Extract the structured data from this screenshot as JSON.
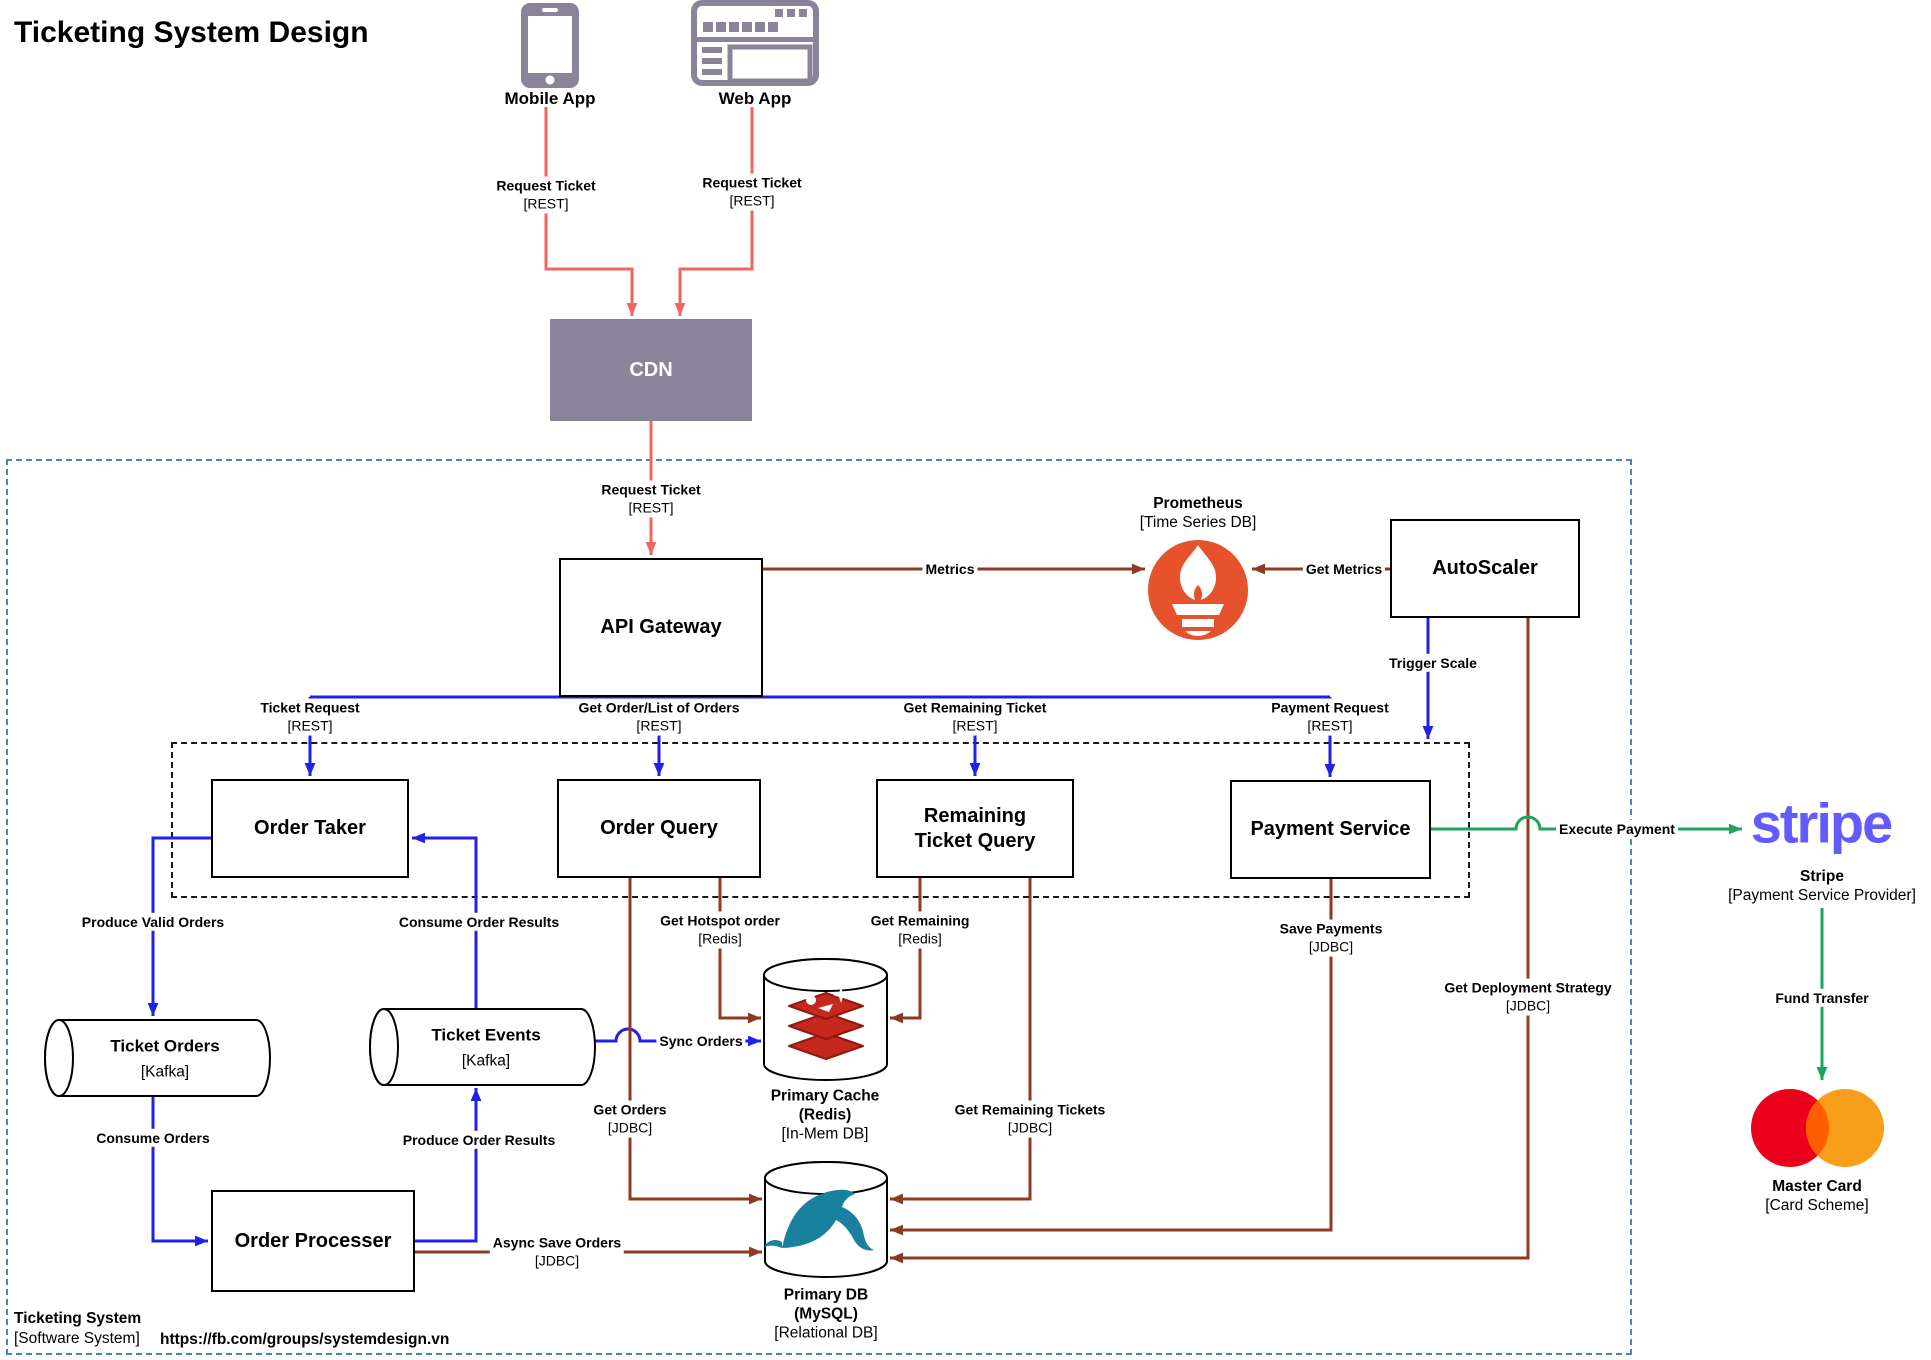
{
  "title": "Ticketing System Design",
  "colors": {
    "client_gray": "#8A8399",
    "edge_red": "#F4655F",
    "edge_blue": "#2020E6",
    "edge_brown": "#8C3B22",
    "edge_green": "#1CA45C",
    "prometheus_orange": "#E6522C",
    "redis_red": "#C5281C",
    "mysql_teal": "#19809E",
    "stripe_purple": "#635BFF",
    "mastercard_red": "#EB001B",
    "mastercard_orange": "#F79E1B",
    "mastercard_overlap": "#FF5F00",
    "boundary_blue": "#4E81BD"
  },
  "external": {
    "mobile_app": {
      "label": "Mobile App"
    },
    "web_app": {
      "label": "Web App"
    },
    "stripe": {
      "logo_text": "stripe",
      "name": "Stripe",
      "type": "[Payment Service Provider]"
    },
    "mastercard": {
      "name": "Master Card",
      "type": "[Card Scheme]"
    }
  },
  "boundary": {
    "name": "Ticketing System",
    "type": "[Software System]",
    "url": "https://fb.com/groups/systemdesign.vn"
  },
  "nodes": {
    "cdn": {
      "label": "CDN"
    },
    "api_gateway": {
      "label": "API Gateway"
    },
    "prometheus": {
      "name": "Prometheus",
      "type": "[Time Series DB]"
    },
    "autoscaler": {
      "label": "AutoScaler"
    },
    "order_taker": {
      "label": "Order Taker"
    },
    "order_query": {
      "label": "Order Query"
    },
    "remaining_ticket_query": {
      "label": "Remaining Ticket Query"
    },
    "payment_service": {
      "label": "Payment Service"
    },
    "ticket_orders": {
      "name": "Ticket Orders",
      "type": "[Kafka]"
    },
    "ticket_events": {
      "name": "Ticket Events",
      "type": "[Kafka]"
    },
    "order_processer": {
      "label": "Order Processer"
    },
    "primary_cache": {
      "name": "Primary Cache",
      "tech": "(Redis)",
      "type": "[In-Mem DB]"
    },
    "primary_db": {
      "name": "Primary DB",
      "tech": "(MySQL)",
      "type": "[Relational DB]"
    }
  },
  "edges": {
    "mobile_request": {
      "label": "Request Ticket",
      "protocol": "[REST]"
    },
    "web_request": {
      "label": "Request Ticket",
      "protocol": "[REST]"
    },
    "cdn_request": {
      "label": "Request Ticket",
      "protocol": "[REST]"
    },
    "metrics": {
      "label": "Metrics"
    },
    "get_metrics": {
      "label": "Get Metrics"
    },
    "trigger_scale": {
      "label": "Trigger Scale"
    },
    "ticket_request": {
      "label": "Ticket Request",
      "protocol": "[REST]"
    },
    "get_order": {
      "label": "Get Order/List of Orders",
      "protocol": "[REST]"
    },
    "get_remaining_ticket": {
      "label": "Get Remaining Ticket",
      "protocol": "[REST]"
    },
    "payment_request": {
      "label": "Payment Request",
      "protocol": "[REST]"
    },
    "produce_valid_orders": {
      "label": "Produce Valid Orders"
    },
    "consume_order_results": {
      "label": "Consume Order Results"
    },
    "consume_orders": {
      "label": "Consume Orders"
    },
    "produce_order_results": {
      "label": "Produce Order Results"
    },
    "sync_orders": {
      "label": "Sync Orders"
    },
    "get_hotspot_order": {
      "label": "Get Hotspot order",
      "protocol": "[Redis]"
    },
    "get_remaining": {
      "label": "Get Remaining",
      "protocol": "[Redis]"
    },
    "get_orders": {
      "label": "Get Orders",
      "protocol": "[JDBC]"
    },
    "get_remaining_tickets": {
      "label": "Get Remaining Tickets",
      "protocol": "[JDBC]"
    },
    "save_payments": {
      "label": "Save Payments",
      "protocol": "[JDBC]"
    },
    "async_save_orders": {
      "label": "Async Save Orders",
      "protocol": "[JDBC]"
    },
    "get_deployment_strategy": {
      "label": "Get Deployment Strategy",
      "protocol": "[JDBC]"
    },
    "execute_payment": {
      "label": "Execute Payment"
    },
    "fund_transfer": {
      "label": "Fund Transfer"
    }
  }
}
